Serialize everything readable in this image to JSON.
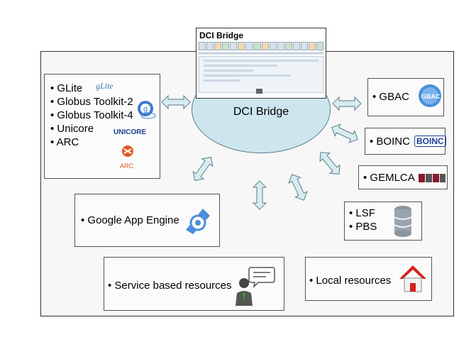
{
  "screenshot": {
    "title": "DCI Bridge"
  },
  "center": {
    "label": "DCI Bridge"
  },
  "grid_box": {
    "items": [
      "GLite",
      "Globus Toolkit-2",
      "Globus Toolkit-4",
      "Unicore",
      "ARC"
    ],
    "logos": {
      "glite": "gLite",
      "unicore": "UNICORE",
      "arc": "ARC"
    }
  },
  "gbac": {
    "label": "GBAC",
    "logo": "GBAC"
  },
  "boinc": {
    "label": "BOINC",
    "logo": "BOINC"
  },
  "gemlca": {
    "label": "GEMLCA"
  },
  "batch": {
    "items": [
      "LSF",
      "PBS"
    ]
  },
  "google": {
    "label": "Google App Engine"
  },
  "service": {
    "label": "Service based resources"
  },
  "local": {
    "label": "Local resources"
  },
  "colors": {
    "arrow_fill": "#d8ecf0",
    "arrow_stroke": "#6f8f98",
    "ellipse": "#cde6ee"
  }
}
